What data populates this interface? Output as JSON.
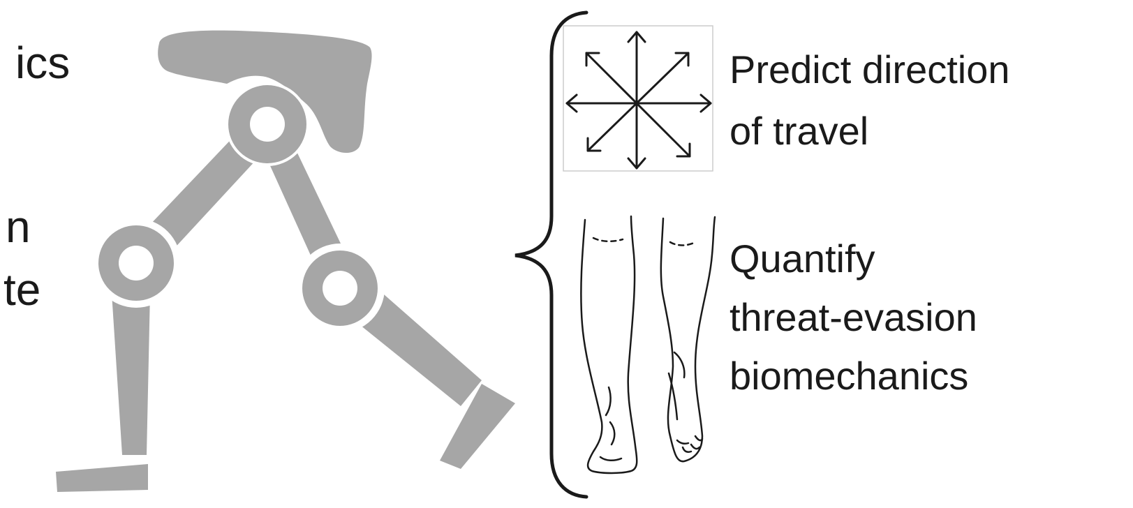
{
  "left_text_fragments": [
    "ics",
    "n",
    "te"
  ],
  "items": [
    {
      "icon": "direction-arrows-icon",
      "lines": [
        "Predict direction",
        "of travel"
      ]
    },
    {
      "icon": "legs-icon",
      "lines": [
        "Quantify",
        "threat-evasion",
        "biomechanics"
      ]
    }
  ],
  "colors": {
    "robot_leg": "#a6a6a6",
    "line": "#1a1a1a",
    "background": "#ffffff"
  }
}
